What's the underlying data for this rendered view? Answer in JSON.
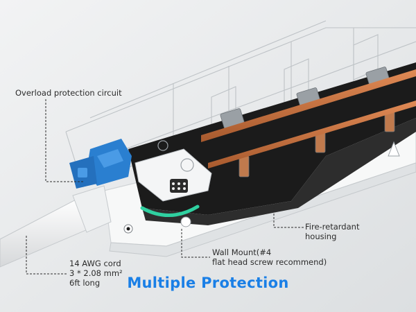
{
  "callouts": {
    "overload": "Overload protection circuit",
    "fire": "Fire-retardant\nhousing",
    "wall": "Wall Mount(#4\nflat head screw recommend)",
    "cord": "14 AWG cord\n3 * 2.08 mm²\n6ft long"
  },
  "headline": "Multiple Protection",
  "colors": {
    "background": "#e9ebec",
    "headline": "#1a7fe6",
    "copper": "#c9713f",
    "circuit_board": "#1b1b1b",
    "overload_breaker": "#2a7fd0"
  }
}
